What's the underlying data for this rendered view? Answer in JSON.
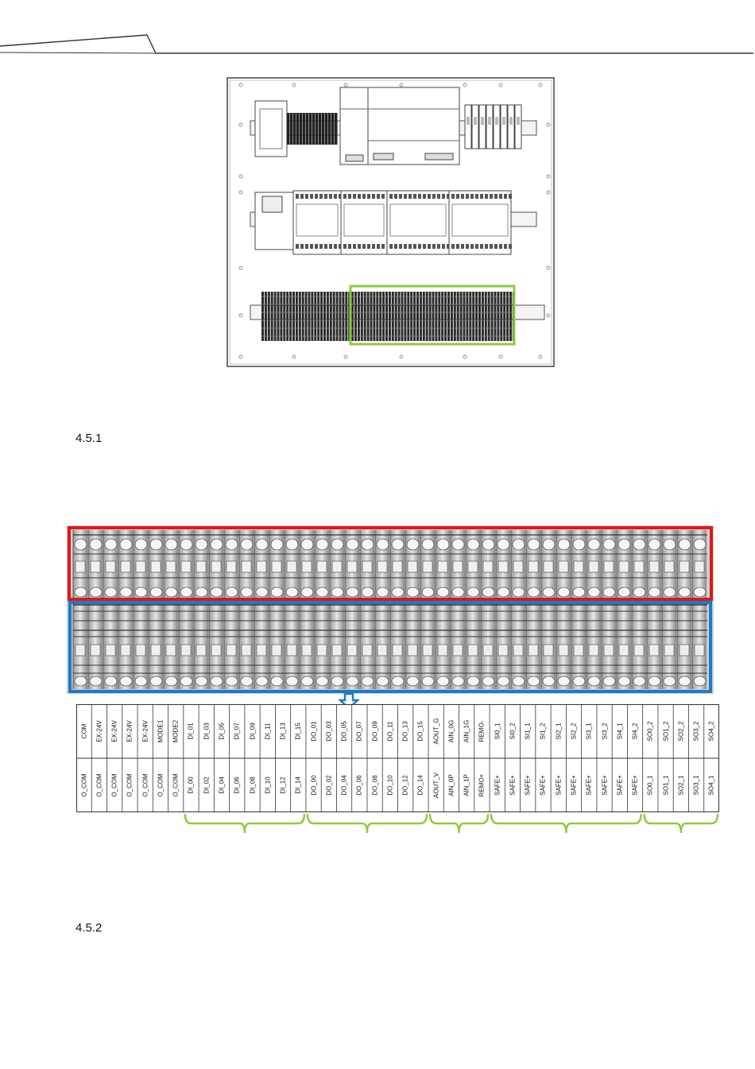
{
  "section_numbers": [
    "4.5.1",
    "4.5.2"
  ],
  "colors": {
    "top_terminal_frame": "#e01818",
    "bottom_terminal_frame": "#1a7cc8",
    "highlight_frame": "#8ccc3c",
    "group_bracket": "#8ccc3c",
    "arrow": "#1a7cc8"
  },
  "terminal_labels": {
    "top_row": [
      "COM",
      "EX-24V",
      "EX-24V",
      "EX-24V",
      "EX-24V",
      "MODE1",
      "MODE2",
      "DI_01",
      "DI_03",
      "DI_05",
      "DI_07",
      "DI_09",
      "DI_11",
      "DI_13",
      "DI_15",
      "DO_01",
      "DO_03",
      "DO_05",
      "DO_07",
      "DO_09",
      "DO_11",
      "DO_13",
      "DO_15",
      "AOUT_G",
      "AIN_0G",
      "AIN_1G",
      "REMO-",
      "SI0_1",
      "SI0_2",
      "SI1_1",
      "SI1_2",
      "SI2_1",
      "SI2_2",
      "SI3_1",
      "SI3_2",
      "SI4_1",
      "SI4_2",
      "SO0_2",
      "SO1_2",
      "SO2_2",
      "SO3_2",
      "SO4_2"
    ],
    "bottom_row": [
      "O_COM",
      "O_COM",
      "O_COM",
      "O_COM",
      "O_COM",
      "O_COM",
      "O_COM",
      "DI_00",
      "DI_02",
      "DI_04",
      "DI_06",
      "DI_08",
      "DI_10",
      "DI_12",
      "DI_14",
      "DO_00",
      "DO_02",
      "DO_04",
      "DO_06",
      "DO_08",
      "DO_10",
      "DO_12",
      "DO_14",
      "AOUT_V",
      "AIN_0P",
      "AIN_1P",
      "REMO+",
      "SAFE+",
      "SAFE+",
      "SAFE+",
      "SAFE+",
      "SAFE+",
      "SAFE+",
      "SAFE+",
      "SAFE+",
      "SAFE+",
      "SAFE+",
      "SO0_1",
      "SO1_1",
      "SO2_1",
      "SO3_1",
      "SO4_1"
    ]
  },
  "groups": [
    {
      "from": 7,
      "to": 14
    },
    {
      "from": 15,
      "to": 22
    },
    {
      "from": 23,
      "to": 26
    },
    {
      "from": 27,
      "to": 36
    },
    {
      "from": 37,
      "to": 41
    }
  ]
}
